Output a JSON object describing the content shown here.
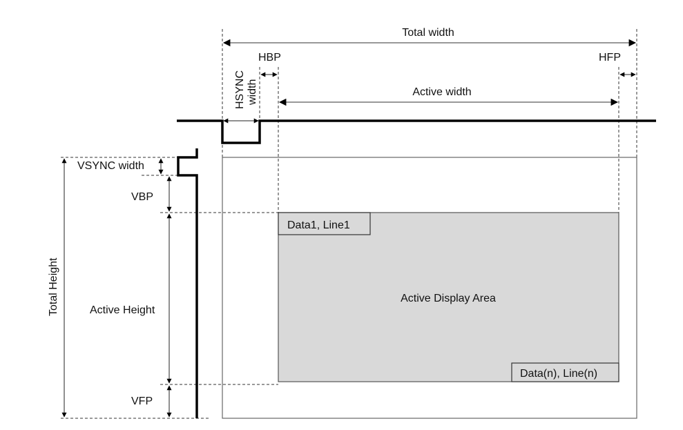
{
  "diagram": {
    "title": "Display timing diagram",
    "horizontal_labels": {
      "total_width": "Total width",
      "hsync_width_line1": "HSYNC",
      "hsync_width_line2": "width",
      "hbp": "HBP",
      "hfp": "HFP",
      "active_width": "Active width"
    },
    "vertical_labels": {
      "total_height": "Total Height",
      "vsync_width": "VSYNC width",
      "vbp": "VBP",
      "active_height": "Active Height",
      "vfp": "VFP"
    },
    "area": {
      "active_display_area": "Active Display Area",
      "first_pixel": "Data1, Line1",
      "last_pixel": "Data(n), Line(n)",
      "fill_color": "#d9d9d9"
    }
  }
}
